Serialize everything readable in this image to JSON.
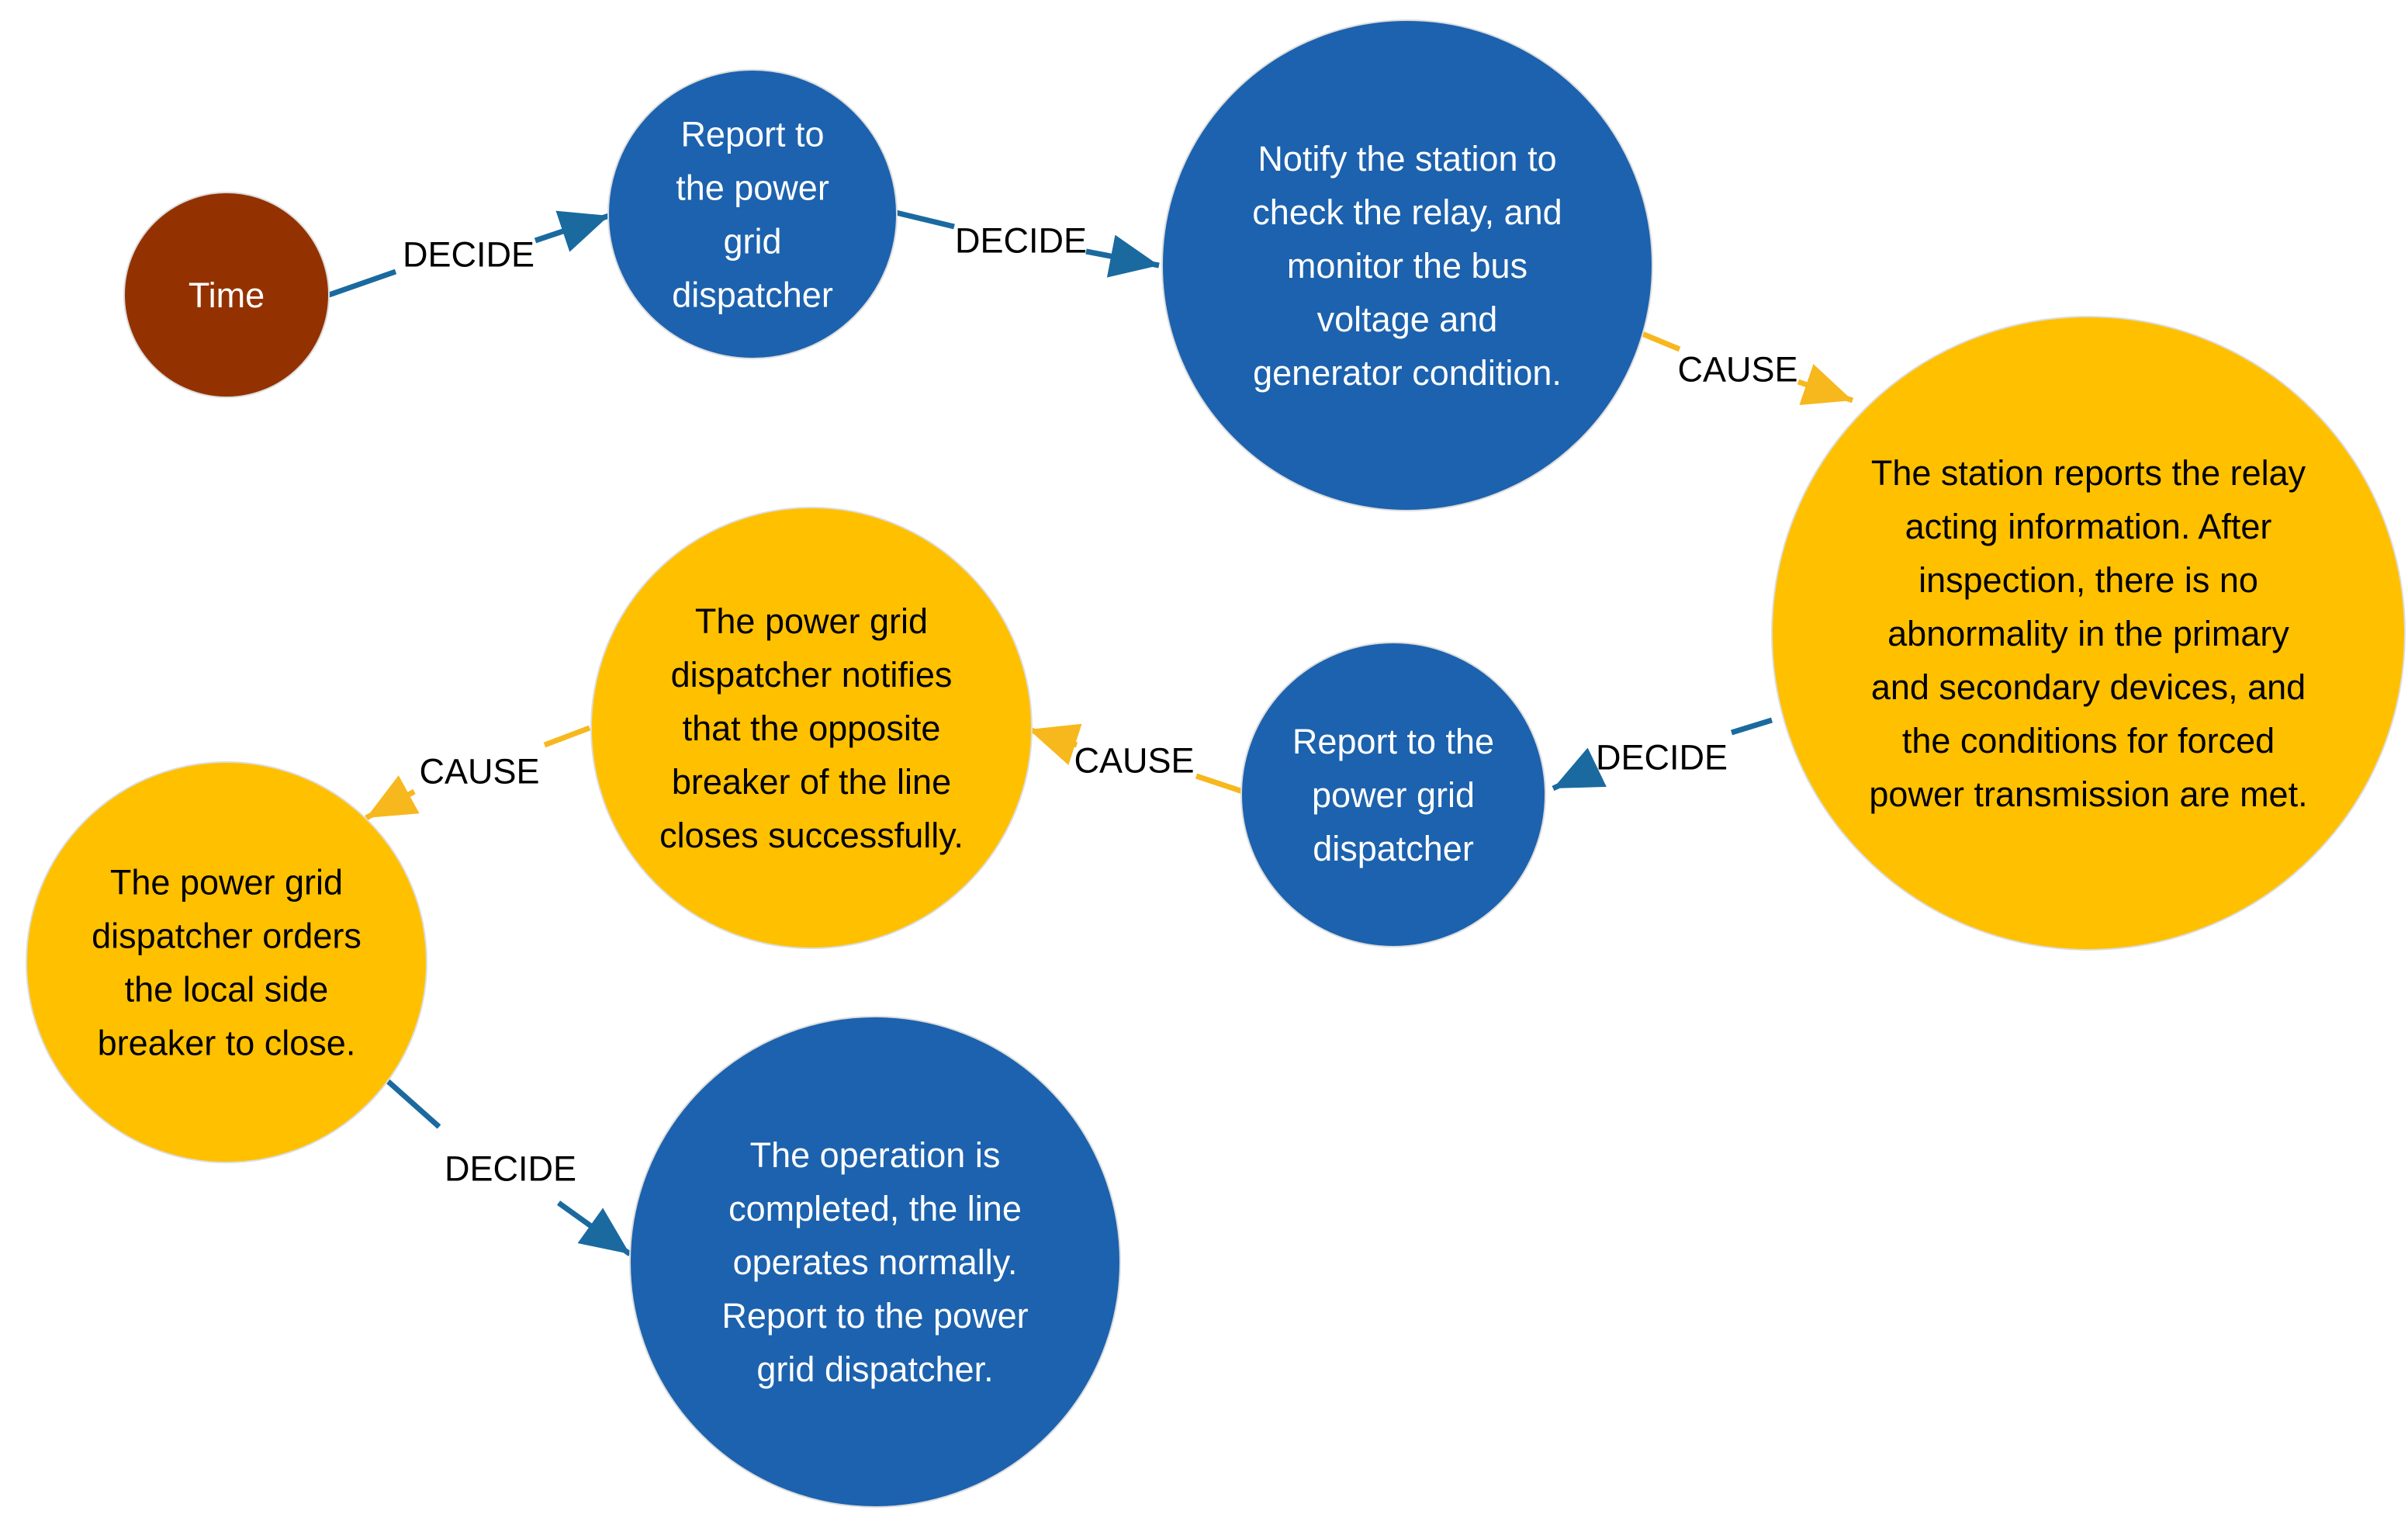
{
  "colors": {
    "decide": "#1a6aa0",
    "cause": "#f7b81e",
    "blue_node": "#1c62ae",
    "yellow_node": "#ffc000",
    "time_node": "#933200"
  },
  "nodes": [
    {
      "id": "time",
      "kind": "time",
      "lines": [
        "Time"
      ]
    },
    {
      "id": "report1",
      "kind": "blue",
      "lines": [
        "Report to",
        "the power",
        "grid",
        "dispatcher"
      ]
    },
    {
      "id": "notify",
      "kind": "blue",
      "lines": [
        "Notify the station to",
        "check the relay, and",
        "monitor the bus",
        "voltage and",
        "generator condition."
      ]
    },
    {
      "id": "station",
      "kind": "yellow",
      "lines": [
        "The station reports the relay",
        "acting information. After",
        "inspection, there is no",
        "abnormality in the primary",
        "and secondary devices, and",
        "the conditions for forced",
        "power transmission are met."
      ]
    },
    {
      "id": "report2",
      "kind": "blue",
      "lines": [
        "Report to the",
        "power grid",
        "dispatcher"
      ]
    },
    {
      "id": "notifies",
      "kind": "yellow",
      "lines": [
        "The power grid",
        "dispatcher notifies",
        "that the opposite",
        "breaker of the line",
        "closes successfully."
      ]
    },
    {
      "id": "orders",
      "kind": "yellow",
      "lines": [
        "The power grid",
        "dispatcher orders",
        "the local side",
        "breaker to close."
      ]
    },
    {
      "id": "completed",
      "kind": "blue",
      "lines": [
        "The operation is",
        "completed, the line",
        "operates normally.",
        "Report to the power",
        "grid dispatcher."
      ]
    }
  ],
  "edges": [
    {
      "from": "time",
      "to": "report1",
      "label": "DECIDE",
      "type": "decide"
    },
    {
      "from": "report1",
      "to": "notify",
      "label": "DECIDE",
      "type": "decide"
    },
    {
      "from": "notify",
      "to": "station",
      "label": "CAUSE",
      "type": "cause"
    },
    {
      "from": "station",
      "to": "report2",
      "label": "DECIDE",
      "type": "decide"
    },
    {
      "from": "report2",
      "to": "notifies",
      "label": "CAUSE",
      "type": "cause"
    },
    {
      "from": "notifies",
      "to": "orders",
      "label": "CAUSE",
      "type": "cause"
    },
    {
      "from": "orders",
      "to": "completed",
      "label": "DECIDE",
      "type": "decide"
    }
  ]
}
